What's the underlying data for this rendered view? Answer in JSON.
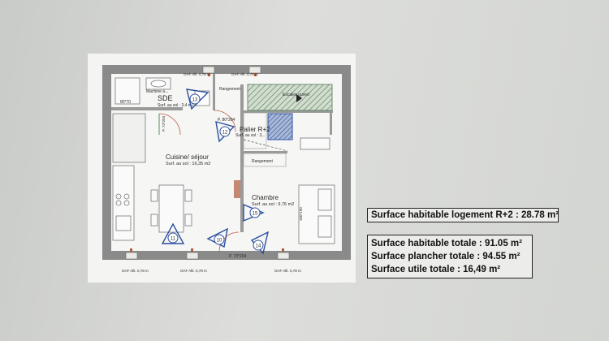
{
  "plan": {
    "rooms": {
      "sde": {
        "name": "SDE",
        "area": "Surf. au sol : 3,4 m2"
      },
      "cuisine": {
        "name": "Cuisine/ séjour",
        "area": "Surf. au sol : 16,35 m2"
      },
      "palier": {
        "name": "Palier R+2",
        "area": "Surf. au sol : 3,.."
      },
      "chambre": {
        "name": "Chambre",
        "area": "Surf. au sol : 9,76 m2"
      }
    },
    "labels": {
      "rangement_top": "Rangement",
      "rangement_mid": "Rangement",
      "escalier": "Escalier ouvert",
      "machine": "Machine à...",
      "shower_size": "80*70",
      "bed_size": "160*190",
      "door_cuisine": "P. 73*204",
      "door_palier": "P. 80*204",
      "door_sde": "P. 73*204"
    },
    "windows": {
      "top_1": "OAF Allt. 0,78 m",
      "top_2": "OAF Allt. 0,78 m",
      "bottom_1": "OAF Allt. 0,78 m",
      "bottom_2": "OAF Allt. 0,78 m",
      "bottom_3": "OAF Allt. 0,78 m"
    },
    "markers": [
      "11",
      "10",
      "12",
      "13",
      "14",
      "15"
    ]
  },
  "summary": {
    "r2": "Surface habitable logement R+2 : 28.78 m²",
    "totals": [
      "Surface habitable totale : 91.05 m²",
      "Surface plancher totale : 94.55 m²",
      "Surface utile totale : 16,49 m²"
    ]
  },
  "colors": {
    "wall": "#7c7c7c",
    "accent": "#2a4fa0",
    "stair": "#4c7a50",
    "door": "#b05a3a"
  }
}
